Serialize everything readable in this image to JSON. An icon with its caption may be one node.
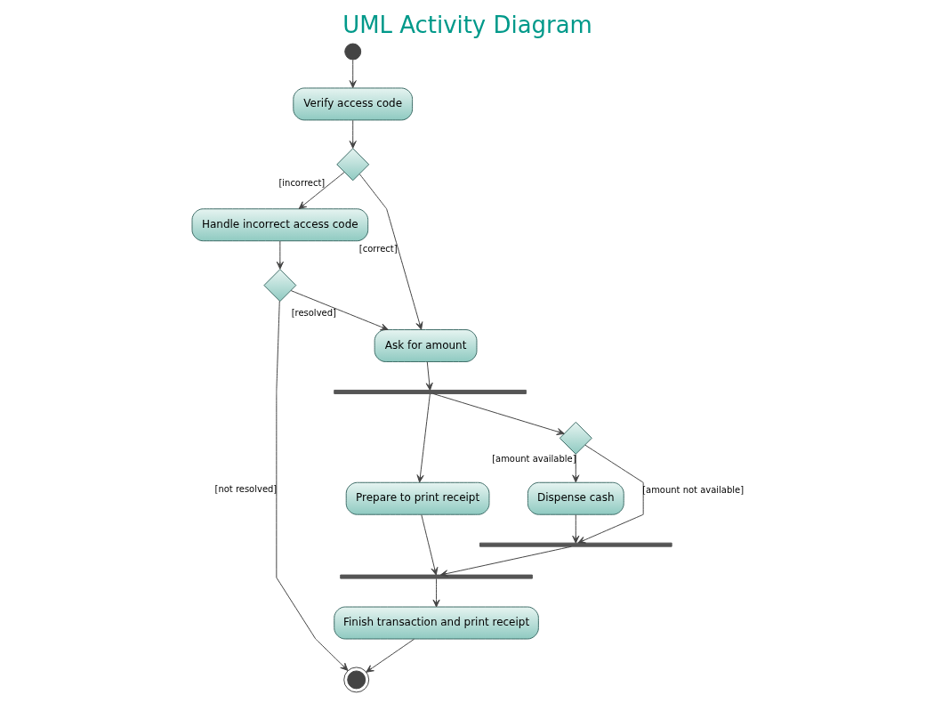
{
  "diagram": {
    "title": "UML Activity Diagram",
    "nodes": [
      {
        "text": [],
        "shape": "circle"
      },
      {
        "text": [
          "Verify access code"
        ]
      },
      {
        "text": [],
        "shape": "diamond"
      },
      {
        "text": [
          "Handle incorrect access code"
        ]
      },
      {
        "text": [
          "Ask for amount"
        ]
      },
      {
        "text": [],
        "shape": "diamond"
      },
      {
        "text": [],
        "shape": "bar"
      },
      {
        "text": [],
        "shape": "diamond"
      },
      {
        "text": [
          "Dispense cash"
        ]
      },
      {
        "text": [
          "Prepare to print receipt"
        ]
      },
      {
        "text": [],
        "shape": "bar"
      },
      {
        "text": [],
        "shape": "bar"
      },
      {
        "text": [
          "Finish transaction and print receipt"
        ]
      },
      {
        "text": [],
        "shape": "bullseye"
      }
    ],
    "edges": [
      {
        "from": 0,
        "to": 1,
        "arrow": "to"
      },
      {
        "from": 1,
        "to": 2,
        "arrow": "to"
      },
      {
        "from": 2,
        "to": 3,
        "arrow": "to",
        "label": "[incorrect]"
      },
      {
        "from": 2,
        "to": 4,
        "arrow": "to",
        "label": "[correct]"
      },
      {
        "from": 3,
        "to": 5,
        "arrow": "to"
      },
      {
        "from": 5,
        "to": 4,
        "arrow": "to",
        "label": "[resolved]"
      },
      {
        "from": 5,
        "to": 13,
        "arrow": "to",
        "label": "[not resolved]"
      },
      {
        "from": 4,
        "to": 6,
        "arrow": "to"
      },
      {
        "from": 6,
        "to": 7,
        "arrow": "to"
      },
      {
        "from": 6,
        "to": 9,
        "arrow": "to"
      },
      {
        "from": 7,
        "to": 8,
        "arrow": "to",
        "label": "[amount available]"
      },
      {
        "from": 7,
        "to": 10,
        "arrow": "to",
        "label": "[amount not available]"
      },
      {
        "from": 8,
        "to": 10,
        "arrow": "to"
      },
      {
        "from": 10,
        "to": 11,
        "arrow": "to"
      },
      {
        "from": 9,
        "to": 11,
        "arrow": "to"
      },
      {
        "from": 11,
        "to": 12,
        "arrow": "to"
      },
      {
        "from": 12,
        "to": 13,
        "arrow": "to"
      }
    ]
  }
}
